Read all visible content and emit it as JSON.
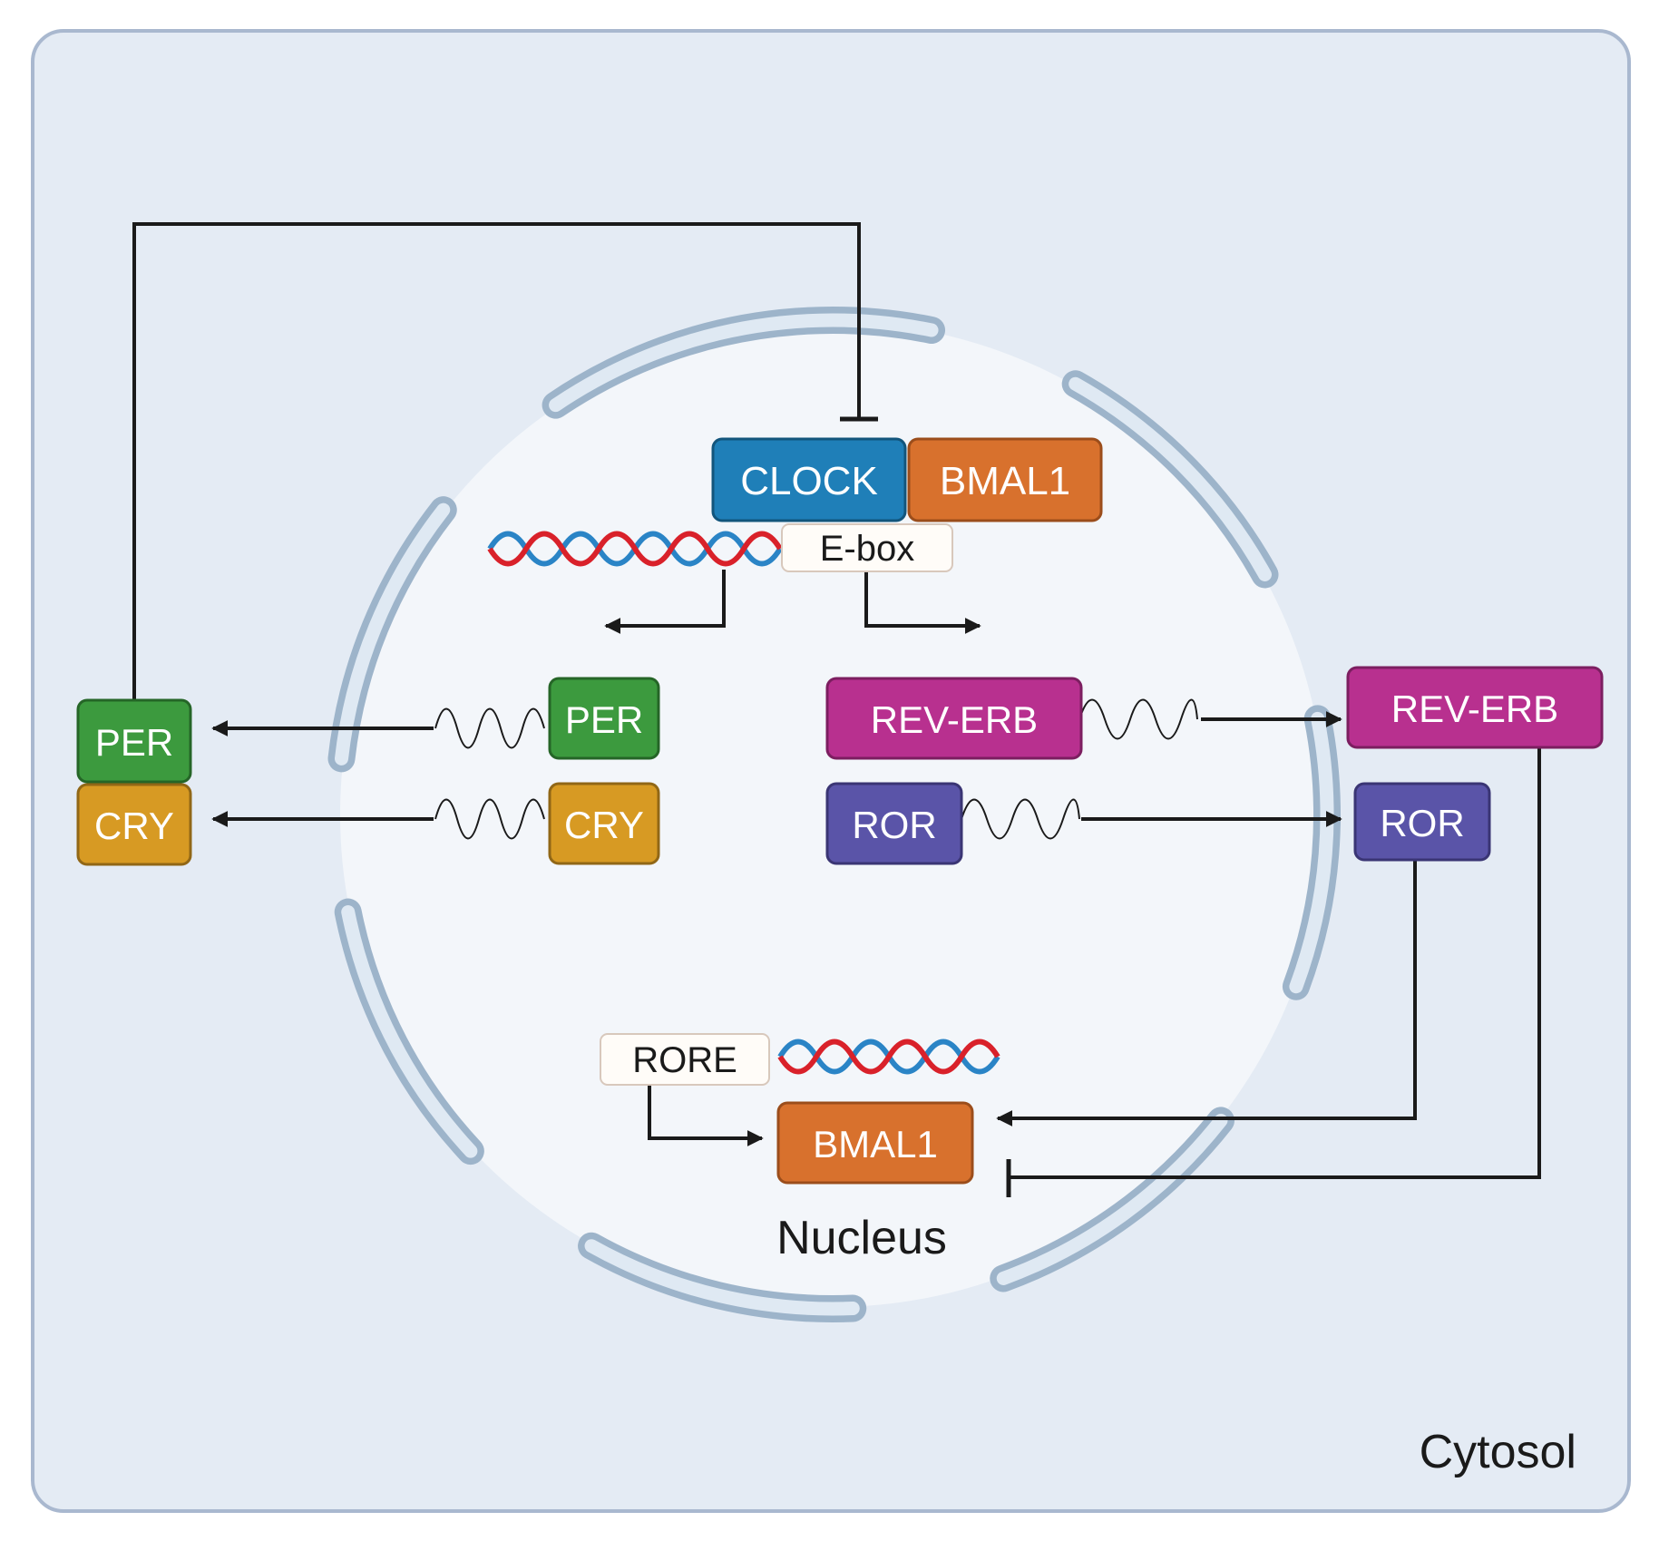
{
  "compartments": {
    "cytosol": "Cytosol",
    "nucleus": "Nucleus"
  },
  "proteins": {
    "clock": "CLOCK",
    "bmal1_top": "BMAL1",
    "per_nuclear": "PER",
    "cry_nuclear": "CRY",
    "per_cytosol": "PER",
    "cry_cytosol": "CRY",
    "reverb_nuclear": "REV-ERB",
    "ror_nuclear": "ROR",
    "reverb_cytosol": "REV-ERB",
    "ror_cytosol": "ROR",
    "bmal1_bottom": "BMAL1"
  },
  "elements": {
    "ebox": "E-box",
    "rore": "RORE"
  },
  "colors": {
    "cytosol_fill": "#e4ebf4",
    "cytosol_border": "#a9b8cf",
    "nucleus_fill": "#f3f6fa",
    "envelope": "#9db4ca",
    "clock": "#1f7fb8",
    "bmal1": "#d8712d",
    "per": "#3c9a3e",
    "cry": "#d79a23",
    "reverb": "#b8308f",
    "ror": "#5a54a8",
    "dna_red": "#d9212a",
    "dna_blue": "#2a84c6"
  }
}
